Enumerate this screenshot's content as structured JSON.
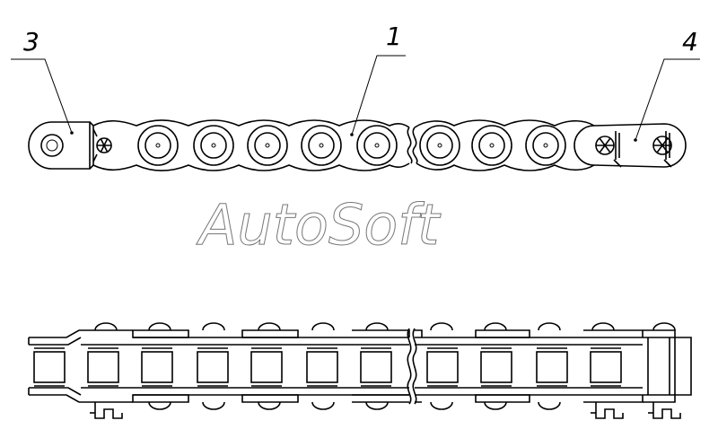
{
  "callouts": [
    {
      "label": "3"
    },
    {
      "label": "1"
    },
    {
      "label": "4"
    }
  ],
  "watermark": "AutoSoft"
}
